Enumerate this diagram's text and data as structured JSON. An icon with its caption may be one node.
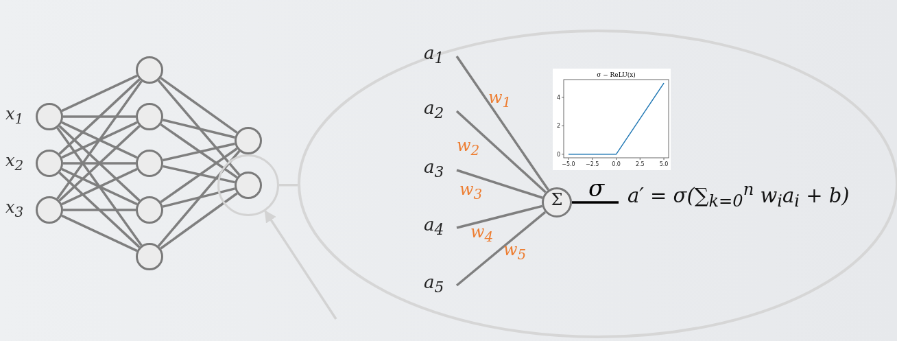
{
  "diagram": {
    "nodes": [
      {
        "text": [],
        "shape": "circle",
        "beside": [
          "x$_{1}$"
        ]
      },
      {
        "text": [],
        "shape": "circle",
        "beside": [
          "x$_{2}$"
        ]
      },
      {
        "text": [],
        "shape": "circle",
        "beside": [
          "x$_{3}$"
        ]
      },
      {
        "text": [],
        "shape": "circle"
      },
      {
        "text": [],
        "shape": "circle"
      },
      {
        "text": [],
        "shape": "circle"
      },
      {
        "text": [],
        "shape": "circle"
      },
      {
        "text": [],
        "shape": "circle"
      },
      {
        "text": [],
        "shape": "circle"
      },
      {
        "text": [],
        "shape": "circle"
      },
      {
        "text": [],
        "shape": "circle",
        "in": 9
      },
      {
        "text": [],
        "shape": "ellipse"
      },
      {
        "text": [
          "a$_{1}$"
        ],
        "in": 11
      },
      {
        "text": [
          "a$_{2}$"
        ],
        "in": 11
      },
      {
        "text": [
          "a$_{3}$"
        ],
        "in": 11
      },
      {
        "text": [
          "a$_{4}$"
        ],
        "in": 11
      },
      {
        "text": [
          "a$_{5}$"
        ],
        "in": 11
      },
      {
        "text": [
          "Σ"
        ],
        "in": 11
      }
    ],
    "edges": [
      {
        "from": 0,
        "to": 3,
        "arrow": "none"
      },
      {
        "from": 0,
        "to": 4,
        "arrow": "none"
      },
      {
        "from": 0,
        "to": 5,
        "arrow": "none"
      },
      {
        "from": 0,
        "to": 6,
        "arrow": "none"
      },
      {
        "from": 0,
        "to": 7,
        "arrow": "none"
      },
      {
        "from": 1,
        "to": 3,
        "arrow": "none"
      },
      {
        "from": 1,
        "to": 4,
        "arrow": "none"
      },
      {
        "from": 1,
        "to": 5,
        "arrow": "none"
      },
      {
        "from": 1,
        "to": 6,
        "arrow": "none"
      },
      {
        "from": 1,
        "to": 7,
        "arrow": "none"
      },
      {
        "from": 2,
        "to": 3,
        "arrow": "none"
      },
      {
        "from": 2,
        "to": 4,
        "arrow": "none"
      },
      {
        "from": 2,
        "to": 5,
        "arrow": "none"
      },
      {
        "from": 2,
        "to": 6,
        "arrow": "none"
      },
      {
        "from": 2,
        "to": 7,
        "arrow": "none"
      },
      {
        "from": 3,
        "to": 8,
        "arrow": "none"
      },
      {
        "from": 3,
        "to": 10,
        "arrow": "none"
      },
      {
        "from": 4,
        "to": 8,
        "arrow": "none"
      },
      {
        "from": 4,
        "to": 10,
        "arrow": "none"
      },
      {
        "from": 5,
        "to": 8,
        "arrow": "none"
      },
      {
        "from": 5,
        "to": 10,
        "arrow": "none"
      },
      {
        "from": 6,
        "to": 8,
        "arrow": "none"
      },
      {
        "from": 6,
        "to": 10,
        "arrow": "none"
      },
      {
        "from": 7,
        "to": 8,
        "arrow": "none"
      },
      {
        "from": 7,
        "to": 10,
        "arrow": "none"
      },
      {
        "from": 9,
        "to": 11,
        "arrow": "none",
        "color": "#d3d3d3"
      },
      {
        "from": null,
        "to": 9,
        "arrow": "to",
        "color": "#d3d3d3"
      },
      {
        "from": 12,
        "to": 17,
        "arrow": "none",
        "label": "w$_{1}$"
      },
      {
        "from": 13,
        "to": 17,
        "arrow": "none",
        "label": "w$_{2}$"
      },
      {
        "from": 14,
        "to": 17,
        "arrow": "none",
        "label": "w$_{3}$"
      },
      {
        "from": 15,
        "to": 17,
        "arrow": "none",
        "label": "w$_{4}$"
      },
      {
        "from": 16,
        "to": 17,
        "arrow": "none",
        "label": "w$_{5}$"
      },
      {
        "from": 17,
        "to": null,
        "arrow": "none",
        "label": "σ",
        "color": "#000000"
      }
    ],
    "labels": [
      "a′ = σ(∑$_{k=0}$$^{n}$ w$_{i}$a$_{i}$ + b)"
    ],
    "chart_data": {
      "type": "line",
      "title": "σ − ReLU(x)",
      "x": [
        -5,
        0,
        5
      ],
      "series": [
        {
          "color": "#1f77b4",
          "values": [
            0,
            0,
            5
          ]
        }
      ],
      "xlim": [
        -5.5,
        5.5
      ],
      "ylim": [
        -0.25,
        5.25
      ],
      "xticks": [
        {
          "value": -5,
          "label": "−5.0"
        },
        {
          "value": -2.5,
          "label": "−2.5"
        },
        {
          "value": 0,
          "label": "0.0"
        },
        {
          "value": 2.5,
          "label": "2.5"
        },
        {
          "value": 5,
          "label": "5.0"
        }
      ],
      "yticks": [
        0,
        2,
        4
      ]
    }
  }
}
